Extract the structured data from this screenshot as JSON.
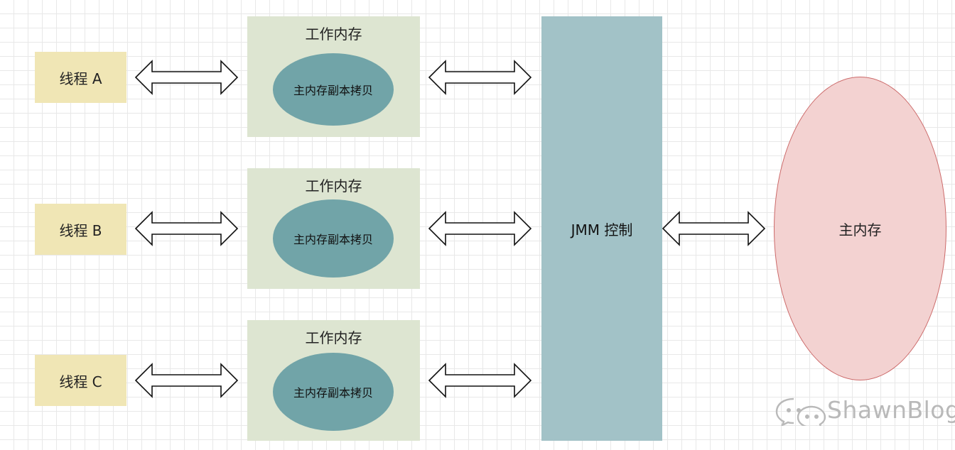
{
  "threads": [
    {
      "label": "线程 A"
    },
    {
      "label": "线程 B"
    },
    {
      "label": "线程 C"
    }
  ],
  "work_memories": [
    {
      "title": "工作内存",
      "copy": "主内存副本拷贝"
    },
    {
      "title": "工作内存",
      "copy": "主内存副本拷贝"
    },
    {
      "title": "工作内存",
      "copy": "主内存副本拷贝"
    }
  ],
  "jmm_control": {
    "label": "JMM 控制"
  },
  "main_memory": {
    "label": "主内存"
  },
  "watermark": {
    "text": "ShawnBlog"
  },
  "colors": {
    "thread": "#f0e6b5",
    "work_memory": "#dde5d1",
    "copy_ellipse": "#71a4a8",
    "jmm_control": "#a2c2c7",
    "main_memory_fill": "#f3d2d1",
    "main_memory_stroke": "#cc6a6a",
    "grid": "#e8e8e8"
  }
}
